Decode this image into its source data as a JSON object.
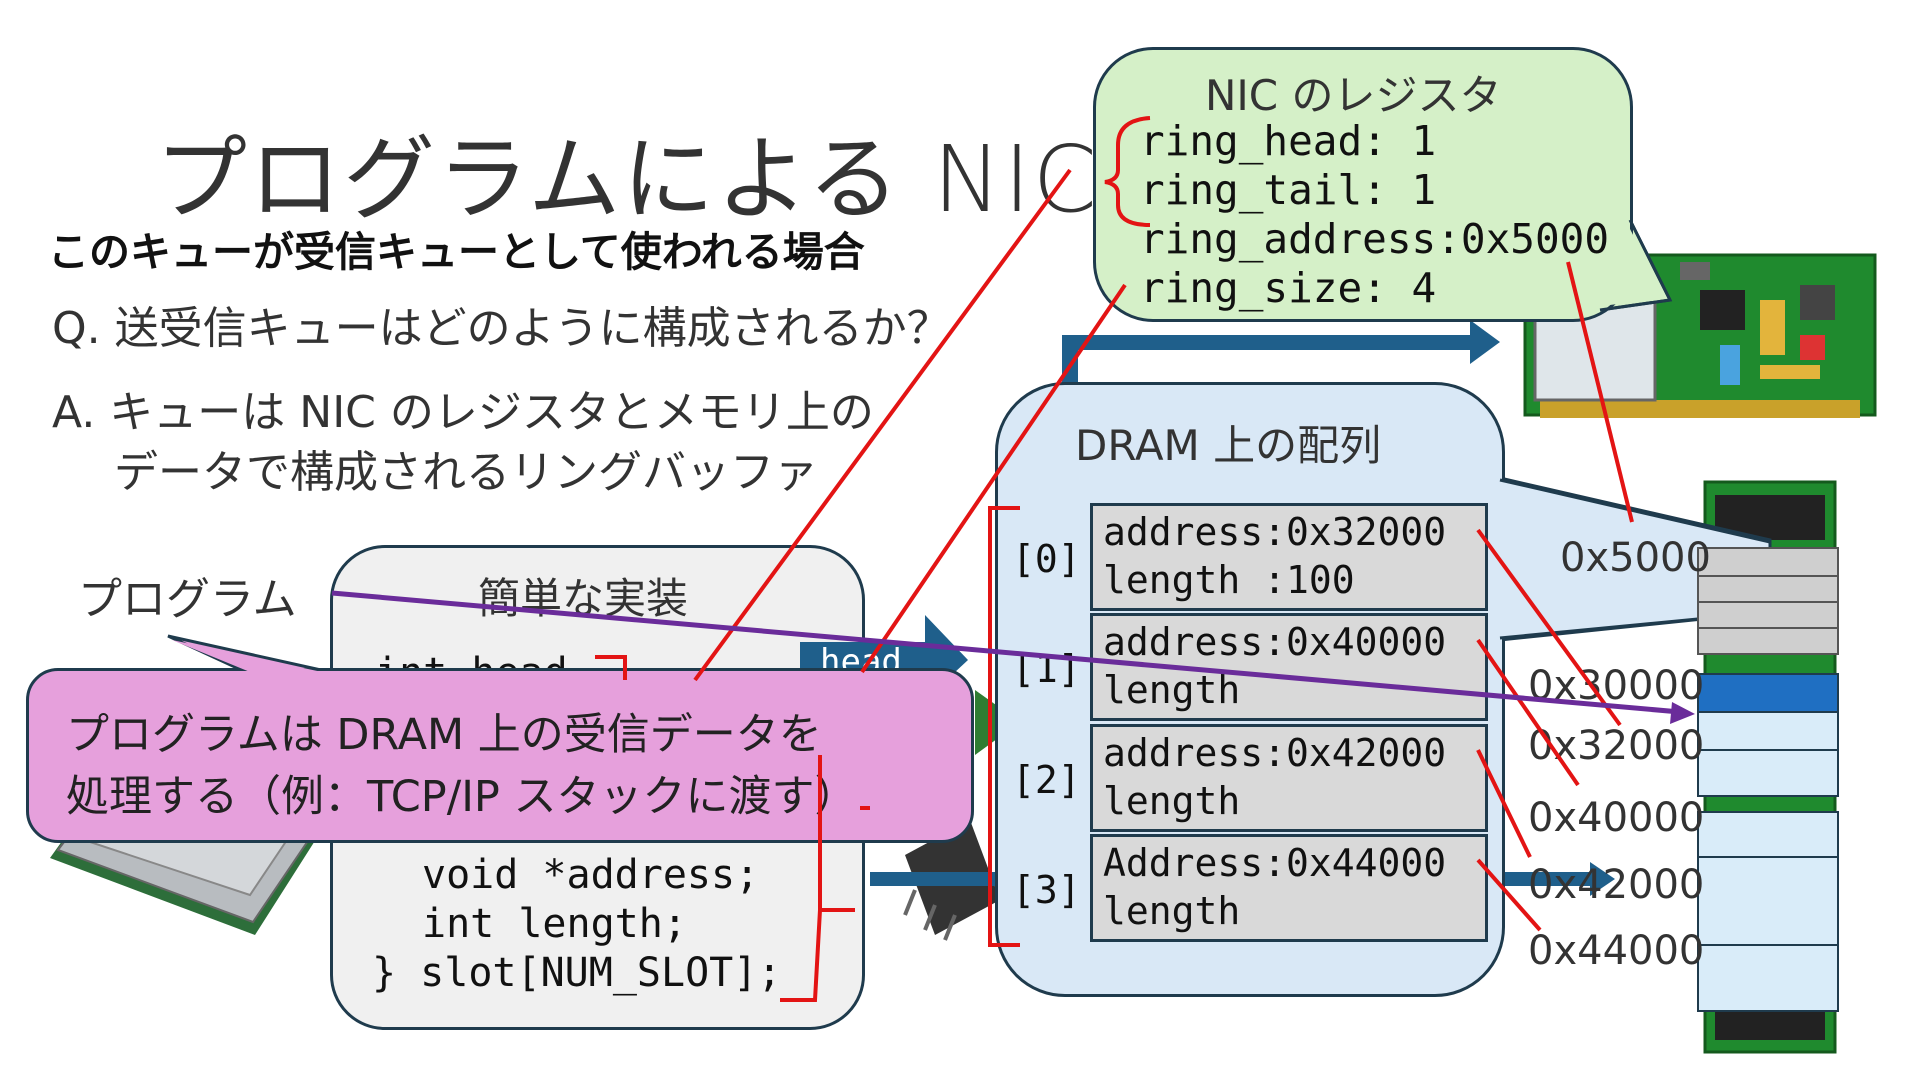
{
  "title": "プログラムによる NIC の",
  "bold_heading": "このキューが受信キューとして使われる場合",
  "question": "Q. 送受信キューはどのように構成されるか？",
  "answer": {
    "line1": "A. キューは NIC のレジスタとメモリ上の",
    "line2": "データで構成されるリングバッファ"
  },
  "program_label": "プログラム",
  "nic_registers": {
    "title": "NIC のレジスタ",
    "lines": [
      "ring_head: 1",
      "ring_tail: 1",
      "ring_address:0x5000",
      "ring_size: 4"
    ]
  },
  "dram_array": {
    "title": "DRAM 上の配列",
    "slots": [
      {
        "index": "[0]",
        "address": "address:0x32000",
        "length": "length :100"
      },
      {
        "index": "[1]",
        "address": "address:0x40000",
        "length": "length"
      },
      {
        "index": "[2]",
        "address": "address:0x42000",
        "length": "length"
      },
      {
        "index": "[3]",
        "address": "Address:0x44000",
        "length": "length"
      }
    ]
  },
  "code_box": {
    "title": "簡単な実装",
    "lines": [
      "void *address;",
      "int   length;",
      "} slot[NUM_SLOT];"
    ],
    "partial_line": "int head"
  },
  "head_tag": "head",
  "callout": {
    "line1": "プログラムは DRAM 上の受信データを",
    "line2": "処理する（例：TCP/IP スタックに渡す）"
  },
  "memory_addresses": [
    "0x5000",
    "0x30000",
    "0x32000",
    "0x40000",
    "0x42000",
    "0x44000"
  ],
  "colors": {
    "nic_bubble": "#d5f0c8",
    "dram_bubble": "#d9e8f6",
    "callout": "#e6a0dc",
    "pointer_lines": "#e31414",
    "program_arrow": "#6a2c9a",
    "block_arrow": "#1f5f8b"
  },
  "icons": [
    "cpu-chip-icon",
    "nic-card-icon",
    "memory-module-icon"
  ]
}
